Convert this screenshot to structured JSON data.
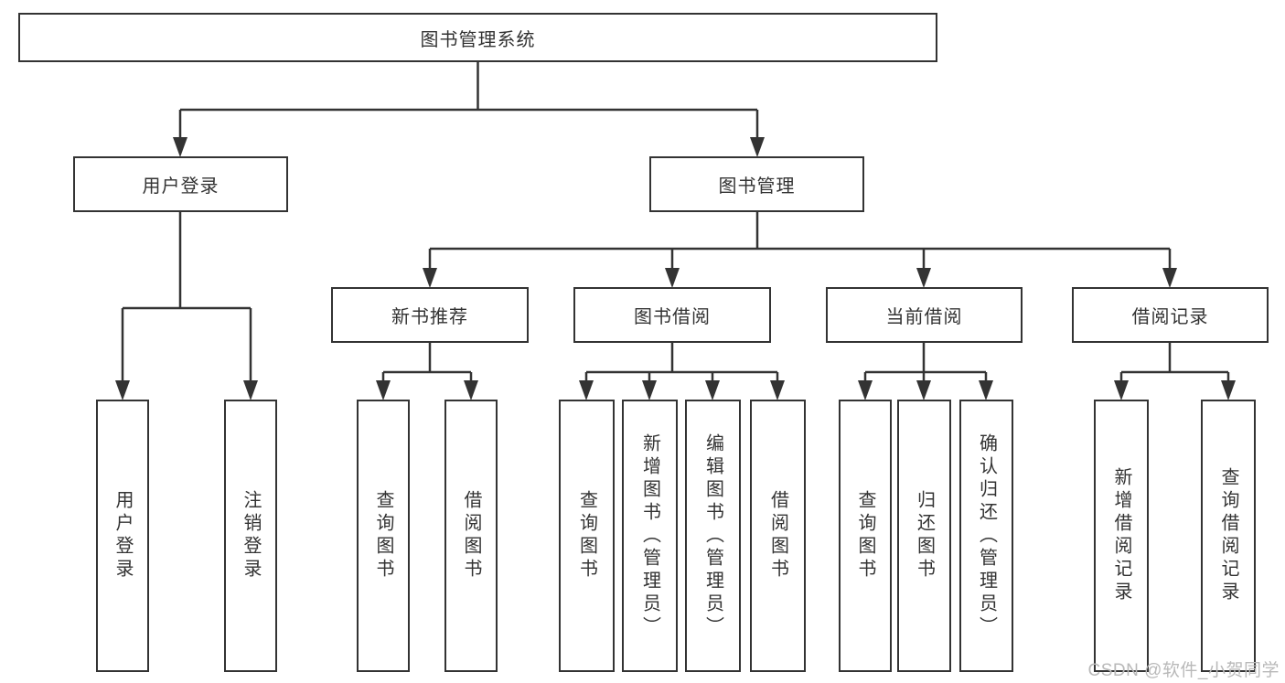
{
  "diagram_type": "functional-structure-tree",
  "tree": {
    "label": "图书管理系统",
    "children": [
      {
        "label": "用户登录",
        "children": [
          {
            "label": "用户登录"
          },
          {
            "label": "注销登录"
          }
        ]
      },
      {
        "label": "图书管理",
        "children": [
          {
            "label": "新书推荐",
            "children": [
              {
                "label": "查询图书"
              },
              {
                "label": "借阅图书"
              }
            ]
          },
          {
            "label": "图书借阅",
            "children": [
              {
                "label": "查询图书"
              },
              {
                "label": "新增图书（管理员）"
              },
              {
                "label": "编辑图书（管理员）"
              },
              {
                "label": "借阅图书"
              }
            ]
          },
          {
            "label": "当前借阅",
            "children": [
              {
                "label": "查询图书"
              },
              {
                "label": "归还图书"
              },
              {
                "label": "确认归还（管理员）"
              }
            ]
          },
          {
            "label": "借阅记录",
            "children": [
              {
                "label": "新增借阅记录"
              },
              {
                "label": "查询借阅记录"
              }
            ]
          }
        ]
      }
    ]
  },
  "watermark": {
    "text": "CSDN @软件_小贺同学"
  },
  "colors": {
    "line": "#333333",
    "box_border": "#333333",
    "box_background": "#ffffff",
    "text": "#333333",
    "watermark": "#b9b9b9"
  }
}
